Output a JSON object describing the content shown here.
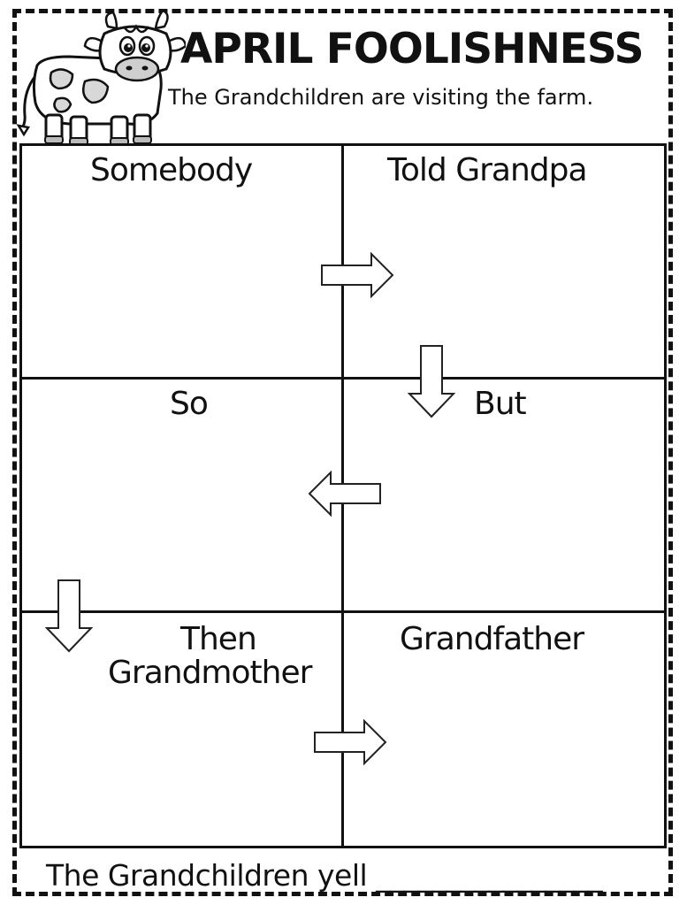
{
  "header": {
    "title": "APRIL FOOLISHNESS",
    "subtitle": "The Grandchildren are visiting the farm."
  },
  "cells": {
    "somebody": "Somebody",
    "told_grandpa": "Told Grandpa",
    "so": "So",
    "but": "But",
    "then_line1": "Then",
    "then_line2": "Grandmother",
    "grandfather": "Grandfather"
  },
  "footer": {
    "text": "The Grandchildren yell ________________"
  },
  "icons": {
    "mascot": "cow-icon",
    "flow": [
      "arrow-right-icon",
      "arrow-down-icon",
      "arrow-left-icon",
      "arrow-down-icon",
      "arrow-right-icon"
    ]
  }
}
